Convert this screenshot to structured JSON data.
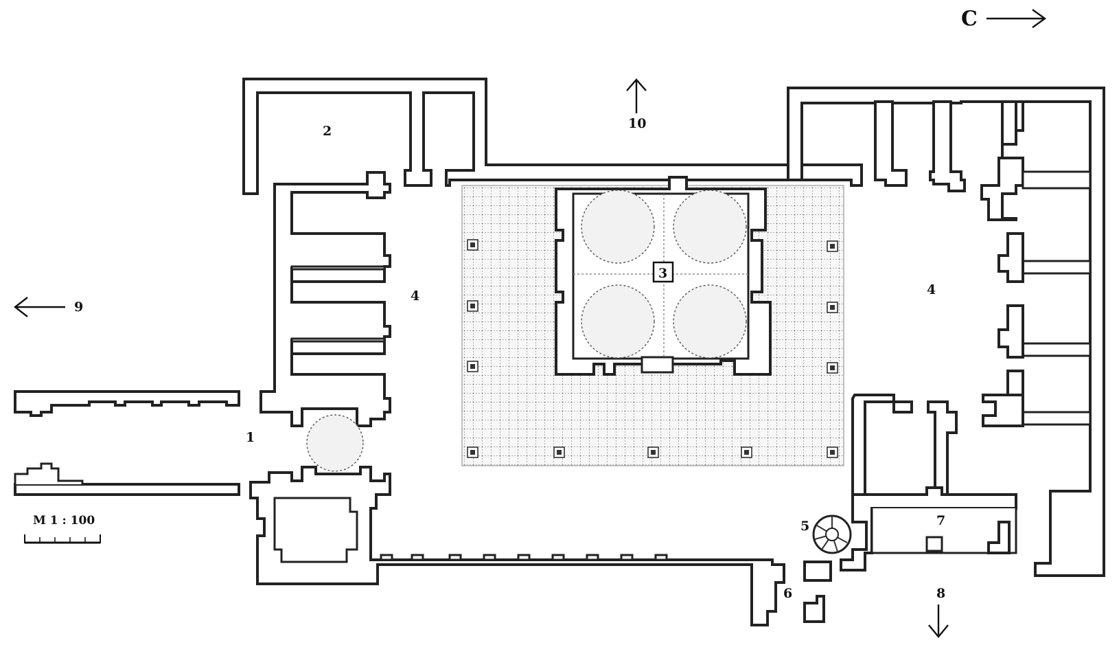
{
  "labels": {
    "l1": "1",
    "l2": "2",
    "l3": "3",
    "l4a": "4",
    "l4b": "4",
    "l5": "5",
    "l6": "6",
    "l7": "7",
    "l8": "8",
    "l9": "9",
    "l10": "10"
  },
  "north": "C",
  "scale": "M 1 : 100"
}
